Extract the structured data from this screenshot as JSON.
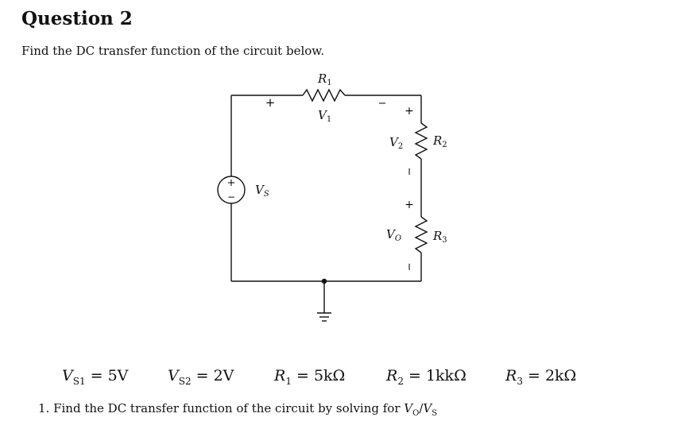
{
  "heading": "Question 2",
  "instruction": "Find the DC transfer function of the circuit below.",
  "circuit": {
    "labels": {
      "r1": "R",
      "r1_sub": "1",
      "v1": "V",
      "v1_sub": "1",
      "v2": "V",
      "v2_sub": "2",
      "r2": "R",
      "r2_sub": "2",
      "vo": "V",
      "vo_sub": "O",
      "r3": "R",
      "r3_sub": "3",
      "vs": "V",
      "vs_sub": "S",
      "plus": "+",
      "minus": "−"
    }
  },
  "component_values": [
    "V_S1 = 5V",
    "V_S2 = 2V",
    "R_1 = 5kΩ",
    "R_2 = 1kkΩ",
    "R_3 = 2kΩ"
  ],
  "values_display": {
    "vs1": {
      "sym": "V",
      "sub": "S1",
      "rest": " = 5V"
    },
    "vs2": {
      "sym": "V",
      "sub": "S2",
      "rest": " = 2V"
    },
    "r1": {
      "sym": "R",
      "sub": "1",
      "rest": " = 5kΩ"
    },
    "r2": {
      "sym": "R",
      "sub": "2",
      "rest": " = 1kkΩ"
    },
    "r3": {
      "sym": "R",
      "sub": "3",
      "rest": " = 2kΩ"
    }
  },
  "task": {
    "number": "1.",
    "text": "Find the DC transfer function of the circuit by solving for ",
    "expr_sym1": "V",
    "expr_sub1": "O",
    "slash": "/",
    "expr_sym2": "V",
    "expr_sub2": "S"
  }
}
